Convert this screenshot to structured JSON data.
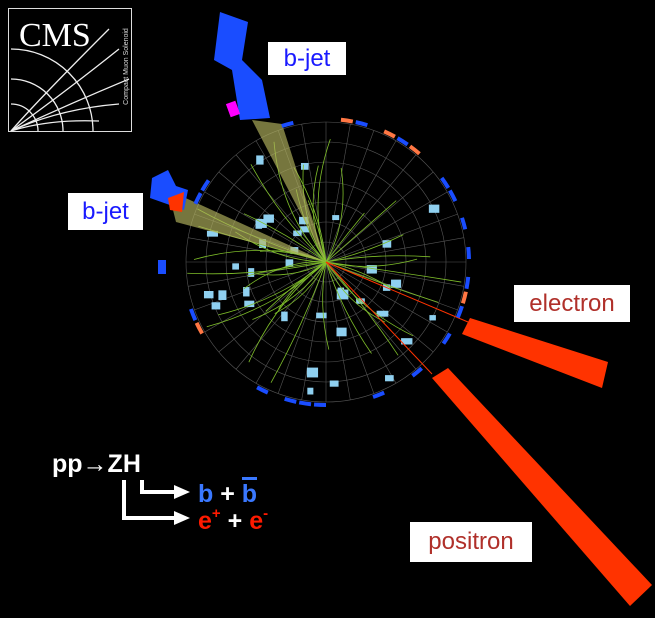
{
  "logo": {
    "title": "CMS",
    "subtitle": "Compact Muon Solenoid"
  },
  "labels": {
    "bjet_top": "b-jet",
    "bjet_left": "b-jet",
    "electron": "electron",
    "positron": "positron"
  },
  "process": {
    "initial": "pp",
    "arrow": "→",
    "final": "ZH",
    "h_decay": {
      "b": "b",
      "plus": "+",
      "bbar": "b"
    },
    "z_decay": {
      "e": "e",
      "e_charge": "+",
      "plus": "+",
      "e2": "e",
      "e2_charge": "-"
    }
  },
  "colors": {
    "bjet": "#1a4dff",
    "electron": "#ff3300",
    "track": "#7fbf2a",
    "cell": "#8fd0f0",
    "label_blue": "#1a1aff",
    "label_red": "#b0302a",
    "b_quark": "#3a78ff",
    "e_red": "#ff1a00"
  }
}
